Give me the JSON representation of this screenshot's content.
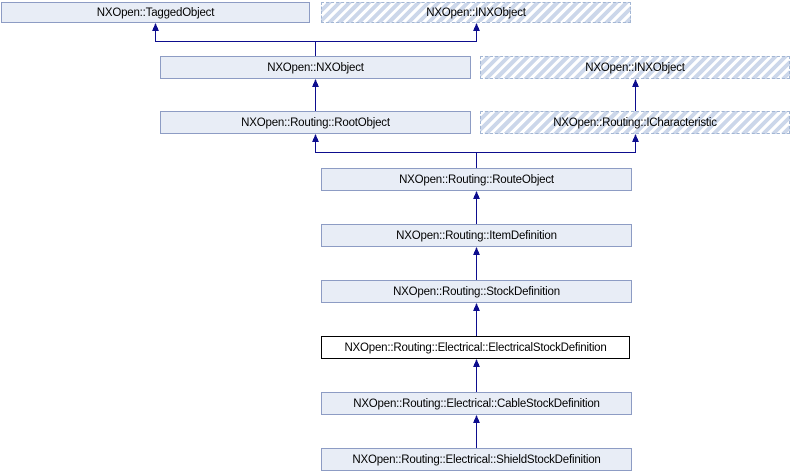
{
  "diagram": {
    "kind": "class-inheritance-diagram",
    "current_class": "NXOpen::Routing::Electrical::ElectricalStockDefinition",
    "colors": {
      "background": "#ffffff",
      "node_fill": "#e8edf6",
      "node_border": "#8d9cc4",
      "hatch_stripe": "#ccd7ea",
      "hatch_border": "#a3b6d4",
      "current_node_border": "#000000",
      "current_node_fill": "#ffffff",
      "edge": "#0d0d8e",
      "text": "#000000"
    },
    "nodes": [
      {
        "id": "tagged-object",
        "label": "NXOpen::TaggedObject",
        "style": "solid"
      },
      {
        "id": "inxobject-top",
        "label": "NXOpen::INXObject",
        "style": "hatched"
      },
      {
        "id": "nxobject",
        "label": "NXOpen::NXObject",
        "style": "solid"
      },
      {
        "id": "inxobject-mid",
        "label": "NXOpen::INXObject",
        "style": "hatched"
      },
      {
        "id": "root-object",
        "label": "NXOpen::Routing::RootObject",
        "style": "solid"
      },
      {
        "id": "icharacteristic",
        "label": "NXOpen::Routing::ICharacteristic",
        "style": "hatched"
      },
      {
        "id": "route-object",
        "label": "NXOpen::Routing::RouteObject",
        "style": "solid"
      },
      {
        "id": "item-definition",
        "label": "NXOpen::Routing::ItemDefinition",
        "style": "solid"
      },
      {
        "id": "stock-definition",
        "label": "NXOpen::Routing::StockDefinition",
        "style": "solid"
      },
      {
        "id": "electrical-stock-definition",
        "label": "NXOpen::Routing::Electrical::ElectricalStockDefinition",
        "style": "current"
      },
      {
        "id": "cable-stock-definition",
        "label": "NXOpen::Routing::Electrical::CableStockDefinition",
        "style": "solid"
      },
      {
        "id": "shield-stock-definition",
        "label": "NXOpen::Routing::Electrical::ShieldStockDefinition",
        "style": "solid"
      }
    ],
    "edges": [
      {
        "from": "NXOpen::NXObject",
        "to": "NXOpen::TaggedObject"
      },
      {
        "from": "NXOpen::NXObject",
        "to": "NXOpen::INXObject"
      },
      {
        "from": "NXOpen::Routing::RootObject",
        "to": "NXOpen::NXObject"
      },
      {
        "from": "NXOpen::Routing::ICharacteristic",
        "to": "NXOpen::INXObject"
      },
      {
        "from": "NXOpen::Routing::RouteObject",
        "to": "NXOpen::Routing::RootObject"
      },
      {
        "from": "NXOpen::Routing::RouteObject",
        "to": "NXOpen::Routing::ICharacteristic"
      },
      {
        "from": "NXOpen::Routing::ItemDefinition",
        "to": "NXOpen::Routing::RouteObject"
      },
      {
        "from": "NXOpen::Routing::StockDefinition",
        "to": "NXOpen::Routing::ItemDefinition"
      },
      {
        "from": "NXOpen::Routing::Electrical::ElectricalStockDefinition",
        "to": "NXOpen::Routing::StockDefinition"
      },
      {
        "from": "NXOpen::Routing::Electrical::CableStockDefinition",
        "to": "NXOpen::Routing::Electrical::ElectricalStockDefinition"
      },
      {
        "from": "NXOpen::Routing::Electrical::ShieldStockDefinition",
        "to": "NXOpen::Routing::Electrical::CableStockDefinition"
      }
    ]
  }
}
